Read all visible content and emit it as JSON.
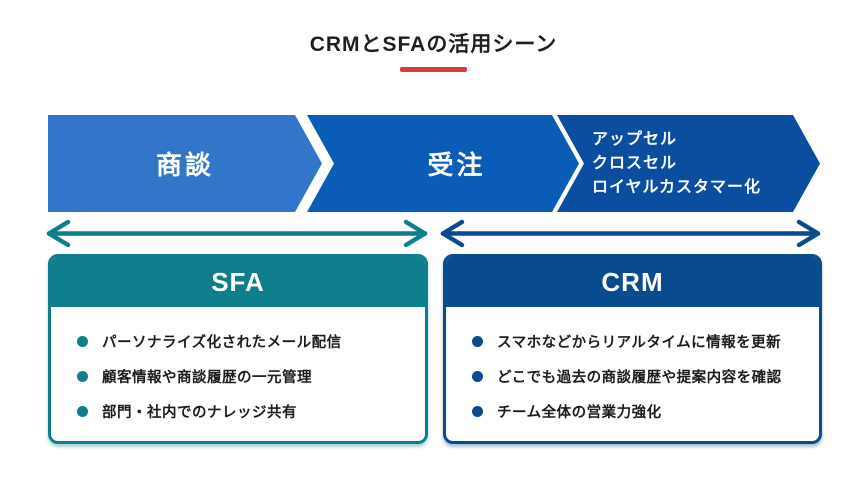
{
  "title": "CRMとSFAの活用シーン",
  "colors": {
    "stage1_blue": "#3376c9",
    "stage2_blue": "#0b5cb7",
    "stage3_blue": "#0b4d9f",
    "sfa_teal": "#0e7d8c",
    "crm_navy": "#0a4a8e",
    "title_underline_red": "#db3b3b"
  },
  "flow": {
    "stages": [
      {
        "label": "商談"
      },
      {
        "label": "受注"
      },
      {
        "lines": [
          "アップセル",
          "クロスセル",
          "ロイヤルカスタマー化"
        ]
      }
    ]
  },
  "sfa": {
    "title": "SFA",
    "bullets": [
      "パーソナライズ化されたメール配信",
      "顧客情報や商談履歴の一元管理",
      "部門・社内でのナレッジ共有"
    ]
  },
  "crm": {
    "title": "CRM",
    "bullets": [
      "スマホなどからリアルタイムに情報を更新",
      "どこでも過去の商談履歴や提案内容を確認",
      "チーム全体の営業力強化"
    ]
  }
}
